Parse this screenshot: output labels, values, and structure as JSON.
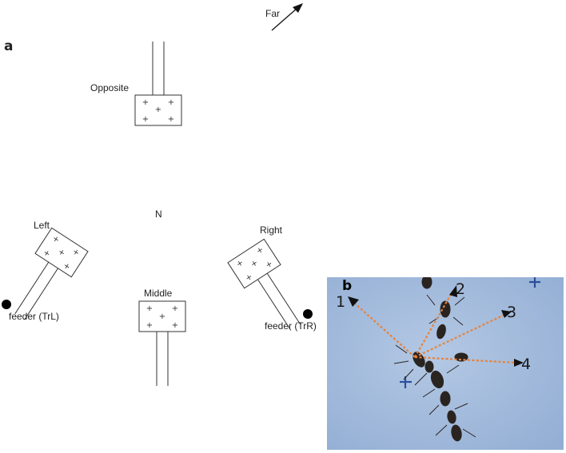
{
  "diagram": {
    "panel_a_label": "a",
    "direction_label": "Far",
    "center_label": "N",
    "boxes": {
      "opposite": "Opposite",
      "left": "Left",
      "middle": "Middle",
      "right": "Right"
    },
    "feeders": {
      "left": "feeder (TrL)",
      "right": "feeder (TrR)"
    }
  },
  "photo": {
    "panel_b_label": "b",
    "arrow_numbers": [
      "1",
      "2",
      "3",
      "4"
    ],
    "colors": {
      "background": "#a6bede",
      "arrow": "#e8823a",
      "marker": "#2b4e9e"
    }
  }
}
